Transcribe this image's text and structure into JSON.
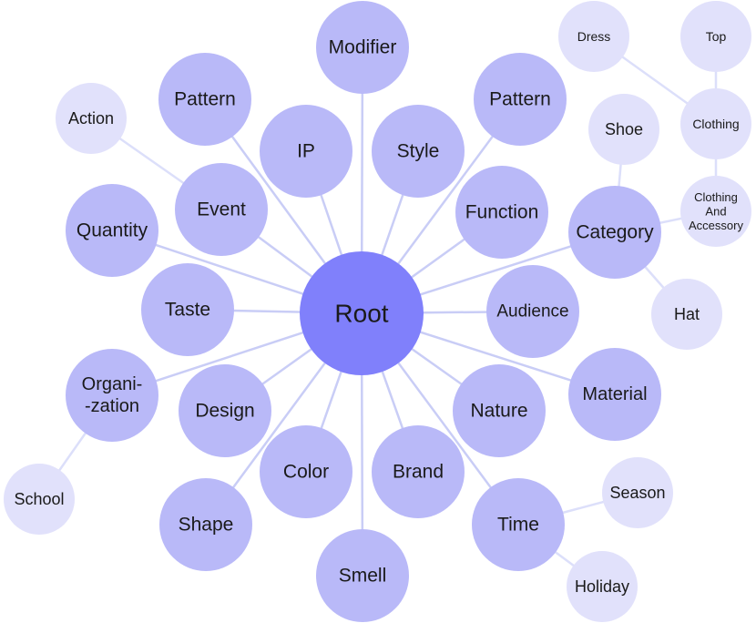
{
  "colors": {
    "root": "#8080fb",
    "level1": "#b9b9f8",
    "level2": "#e1e1fb",
    "edge": "#c9cdf6",
    "edge_level2": "#dcdffa",
    "text": "#1a1a1a"
  },
  "nodes": {
    "root": {
      "lines": [
        "Root"
      ],
      "level": 0
    },
    "modifier": {
      "lines": [
        "Modifier"
      ],
      "level": 1
    },
    "pattern_left": {
      "lines": [
        "Pattern"
      ],
      "level": 1
    },
    "pattern_right": {
      "lines": [
        "Pattern"
      ],
      "level": 1
    },
    "ip": {
      "lines": [
        "IP"
      ],
      "level": 1
    },
    "style": {
      "lines": [
        "Style"
      ],
      "level": 1
    },
    "event": {
      "lines": [
        "Event"
      ],
      "level": 1
    },
    "function": {
      "lines": [
        "Function"
      ],
      "level": 1
    },
    "quantity": {
      "lines": [
        "Quantity"
      ],
      "level": 1
    },
    "category": {
      "lines": [
        "Category"
      ],
      "level": 1
    },
    "taste": {
      "lines": [
        "Taste"
      ],
      "level": 1
    },
    "audience": {
      "lines": [
        "Audience"
      ],
      "level": 1
    },
    "organization": {
      "lines": [
        "Organi-",
        "-zation"
      ],
      "level": 1
    },
    "design": {
      "lines": [
        "Design"
      ],
      "level": 1
    },
    "material": {
      "lines": [
        "Material"
      ],
      "level": 1
    },
    "nature": {
      "lines": [
        "Nature"
      ],
      "level": 1
    },
    "color": {
      "lines": [
        "Color"
      ],
      "level": 1
    },
    "brand": {
      "lines": [
        "Brand"
      ],
      "level": 1
    },
    "shape": {
      "lines": [
        "Shape"
      ],
      "level": 1
    },
    "time": {
      "lines": [
        "Time"
      ],
      "level": 1
    },
    "smell": {
      "lines": [
        "Smell"
      ],
      "level": 1
    },
    "action": {
      "lines": [
        "Action"
      ],
      "level": 2
    },
    "school": {
      "lines": [
        "School"
      ],
      "level": 2
    },
    "dress": {
      "lines": [
        "Dress"
      ],
      "level": 2
    },
    "top": {
      "lines": [
        "Top"
      ],
      "level": 2
    },
    "clothing": {
      "lines": [
        "Clothing"
      ],
      "level": 2
    },
    "shoe": {
      "lines": [
        "Shoe"
      ],
      "level": 2
    },
    "clothing_and_accessory": {
      "lines": [
        "Clothing",
        "And",
        "Accessory"
      ],
      "level": 2
    },
    "hat": {
      "lines": [
        "Hat"
      ],
      "level": 2
    },
    "season": {
      "lines": [
        "Season"
      ],
      "level": 2
    },
    "holiday": {
      "lines": [
        "Holiday"
      ],
      "level": 2
    }
  },
  "edges": [
    [
      "root",
      "modifier"
    ],
    [
      "root",
      "pattern_left"
    ],
    [
      "root",
      "pattern_right"
    ],
    [
      "root",
      "ip"
    ],
    [
      "root",
      "style"
    ],
    [
      "root",
      "event"
    ],
    [
      "root",
      "function"
    ],
    [
      "root",
      "quantity"
    ],
    [
      "root",
      "category"
    ],
    [
      "root",
      "taste"
    ],
    [
      "root",
      "audience"
    ],
    [
      "root",
      "organization"
    ],
    [
      "root",
      "design"
    ],
    [
      "root",
      "material"
    ],
    [
      "root",
      "nature"
    ],
    [
      "root",
      "color"
    ],
    [
      "root",
      "brand"
    ],
    [
      "root",
      "shape"
    ],
    [
      "root",
      "time"
    ],
    [
      "root",
      "smell"
    ],
    [
      "event",
      "action"
    ],
    [
      "organization",
      "school"
    ],
    [
      "category",
      "shoe"
    ],
    [
      "category",
      "clothing_and_accessory"
    ],
    [
      "category",
      "hat"
    ],
    [
      "clothing_and_accessory",
      "clothing"
    ],
    [
      "clothing",
      "dress"
    ],
    [
      "clothing",
      "top"
    ],
    [
      "time",
      "season"
    ],
    [
      "time",
      "holiday"
    ]
  ]
}
